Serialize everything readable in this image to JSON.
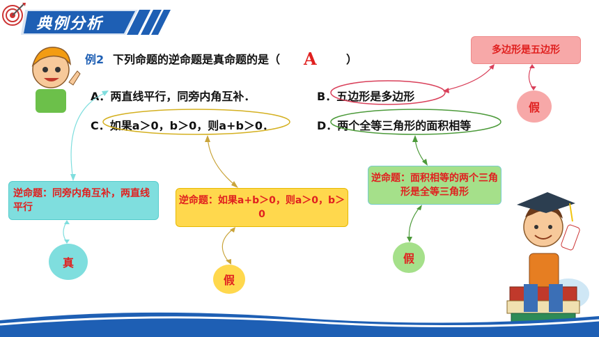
{
  "header": {
    "title": "典例分析"
  },
  "example": {
    "label": "例2",
    "question": "下列命题的逆命题是真命题的是（",
    "answer": "A",
    "paren_close": "）"
  },
  "options": {
    "a": "A．两直线平行，同旁内角互补．",
    "b": "B．五边形是多边形",
    "c": "C．如果a＞0，b＞0，则a+b＞0．",
    "d": "D．两个全等三角形的面积相等"
  },
  "converses": {
    "a": "逆命题：同旁内角互补，两直线平行",
    "b": "多边形是五边形",
    "c": "逆命题：如果a+b＞0，则a＞0，b＞0",
    "d": "逆命题：面积相等的两个三角形是全等三角形"
  },
  "verdicts": {
    "a": "真",
    "b": "假",
    "c": "假",
    "d": "假"
  },
  "colors": {
    "banner": "#1e5fb4",
    "answer": "#e0201f",
    "teal": "#7fdede",
    "yellow": "#ffd84d",
    "green": "#a5e08a",
    "pink": "#f7a8a8"
  }
}
